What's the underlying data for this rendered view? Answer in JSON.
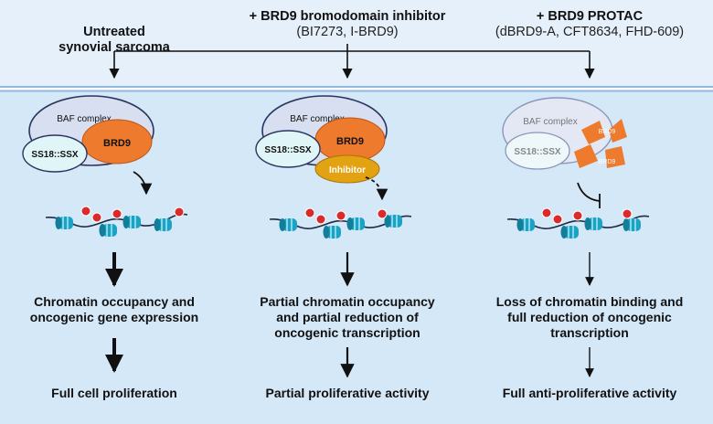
{
  "headers": [
    {
      "title": "Untreated\nsynovial sarcoma",
      "subtitle": ""
    },
    {
      "title": "+ BRD9 bromodomain inhibitor",
      "subtitle": "(BI7273, I-BRD9)"
    },
    {
      "title": "+ BRD9 PROTAC",
      "subtitle": "(dBRD9-A, CFT8634, FHD-609)"
    }
  ],
  "complex_labels": {
    "baf": "BAF complex",
    "brd9": "BRD9",
    "ss18": "SS18::SSX",
    "inhibitor": "Inhibitor"
  },
  "outcomes": [
    {
      "chromatin": "Chromatin occupancy and\noncogenic gene expression",
      "proliferation": "Full cell proliferation"
    },
    {
      "chromatin": "Partial chromatin occupancy\nand partial reduction of\noncogenic transcription",
      "proliferation": "Partial proliferative activity"
    },
    {
      "chromatin": "Loss of chromatin binding and\nfull reduction of oncogenic\ntranscription",
      "proliferation": "Full anti-proliferative activity"
    }
  ],
  "colors": {
    "top_band": "#e6f0fb",
    "panel": "#d5e8f8",
    "divider": "#8fb8e0",
    "baf": "#d7dff0",
    "brd9": "#ee7a2e",
    "ss18": "#dff5f7",
    "inhibitor": "#e3a211",
    "nucleosome": "#1aa3c4",
    "histone_mark": "#d92b2b"
  }
}
